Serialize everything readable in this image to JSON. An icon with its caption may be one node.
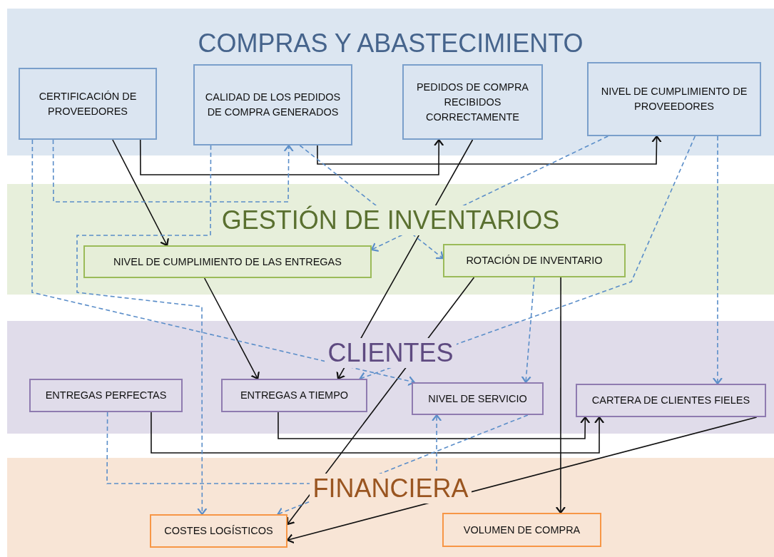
{
  "diagram": {
    "nodes": [
      {
        "text": [
          "COMPRAS Y ABASTECIMIENTO"
        ]
      },
      {
        "text": [
          "GESTIÓN DE INVENTARIOS"
        ]
      },
      {
        "text": [
          "CLIENTES"
        ]
      },
      {
        "text": [
          "FINANCIERA"
        ]
      },
      {
        "text": [
          "CERTIFICACIÓN DE PROVEEDORES"
        ],
        "in": 0
      },
      {
        "text": [
          "CALIDAD DE LOS PEDIDOS DE COMPRA GENERADOS"
        ],
        "in": 0
      },
      {
        "text": [
          "PEDIDOS DE COMPRA RECIBIDOS CORRECTAMENTE"
        ],
        "in": 0
      },
      {
        "text": [
          "NIVEL DE CUMPLIMIENTO DE PROVEEDORES"
        ],
        "in": 0
      },
      {
        "text": [
          "NIVEL DE CUMPLIMIENTO DE LAS ENTREGAS"
        ],
        "in": 1
      },
      {
        "text": [
          "ROTACIÓN DE INVENTARIO"
        ],
        "in": 1
      },
      {
        "text": [
          "ENTREGAS PERFECTAS"
        ],
        "in": 2
      },
      {
        "text": [
          "ENTREGAS A TIEMPO"
        ],
        "in": 2
      },
      {
        "text": [
          "NIVEL DE SERVICIO"
        ],
        "in": 2
      },
      {
        "text": [
          "CARTERA DE CLIENTES FIELES"
        ],
        "in": 2
      },
      {
        "text": [
          "COSTES LOGÍSTICOS"
        ],
        "in": 3
      },
      {
        "text": [
          "VOLUMEN DE COMPRA"
        ],
        "in": 3
      }
    ],
    "edges": [
      {
        "from": 4,
        "to": 8,
        "arrow": "to"
      },
      {
        "from": 4,
        "to": 6,
        "arrow": "to"
      },
      {
        "from": 5,
        "to": 7,
        "arrow": "to"
      },
      {
        "from": 6,
        "to": 11,
        "arrow": "to"
      },
      {
        "from": 8,
        "to": 11,
        "arrow": "to"
      },
      {
        "from": 9,
        "to": 14,
        "arrow": "to"
      },
      {
        "from": 9,
        "to": 15,
        "arrow": "to"
      },
      {
        "from": 11,
        "to": 13,
        "arrow": "to"
      },
      {
        "from": 10,
        "to": 13,
        "arrow": "to"
      },
      {
        "from": 13,
        "to": 14,
        "arrow": "to"
      },
      {
        "from": 4,
        "to": 5,
        "arrow": "to",
        "style": "dashed",
        "color": "#5b8ec9"
      },
      {
        "from": 4,
        "to": 12,
        "arrow": "to",
        "style": "dashed",
        "color": "#5b8ec9"
      },
      {
        "from": 5,
        "to": 14,
        "arrow": "to",
        "style": "dashed",
        "color": "#5b8ec9"
      },
      {
        "from": 5,
        "to": 9,
        "arrow": "to",
        "style": "dashed",
        "color": "#5b8ec9"
      },
      {
        "from": 7,
        "to": 8,
        "arrow": "to",
        "style": "dashed",
        "color": "#5b8ec9"
      },
      {
        "from": 7,
        "to": 11,
        "arrow": "to",
        "style": "dashed",
        "color": "#5b8ec9"
      },
      {
        "from": 7,
        "to": 13,
        "arrow": "to",
        "style": "dashed",
        "color": "#5b8ec9"
      },
      {
        "from": 9,
        "to": 12,
        "arrow": "to",
        "style": "dashed",
        "color": "#5b8ec9"
      },
      {
        "from": 10,
        "to": 12,
        "arrow": "to",
        "style": "dashed",
        "color": "#5b8ec9"
      },
      {
        "from": 12,
        "to": 14,
        "arrow": "to",
        "style": "dashed",
        "color": "#5b8ec9"
      }
    ]
  }
}
